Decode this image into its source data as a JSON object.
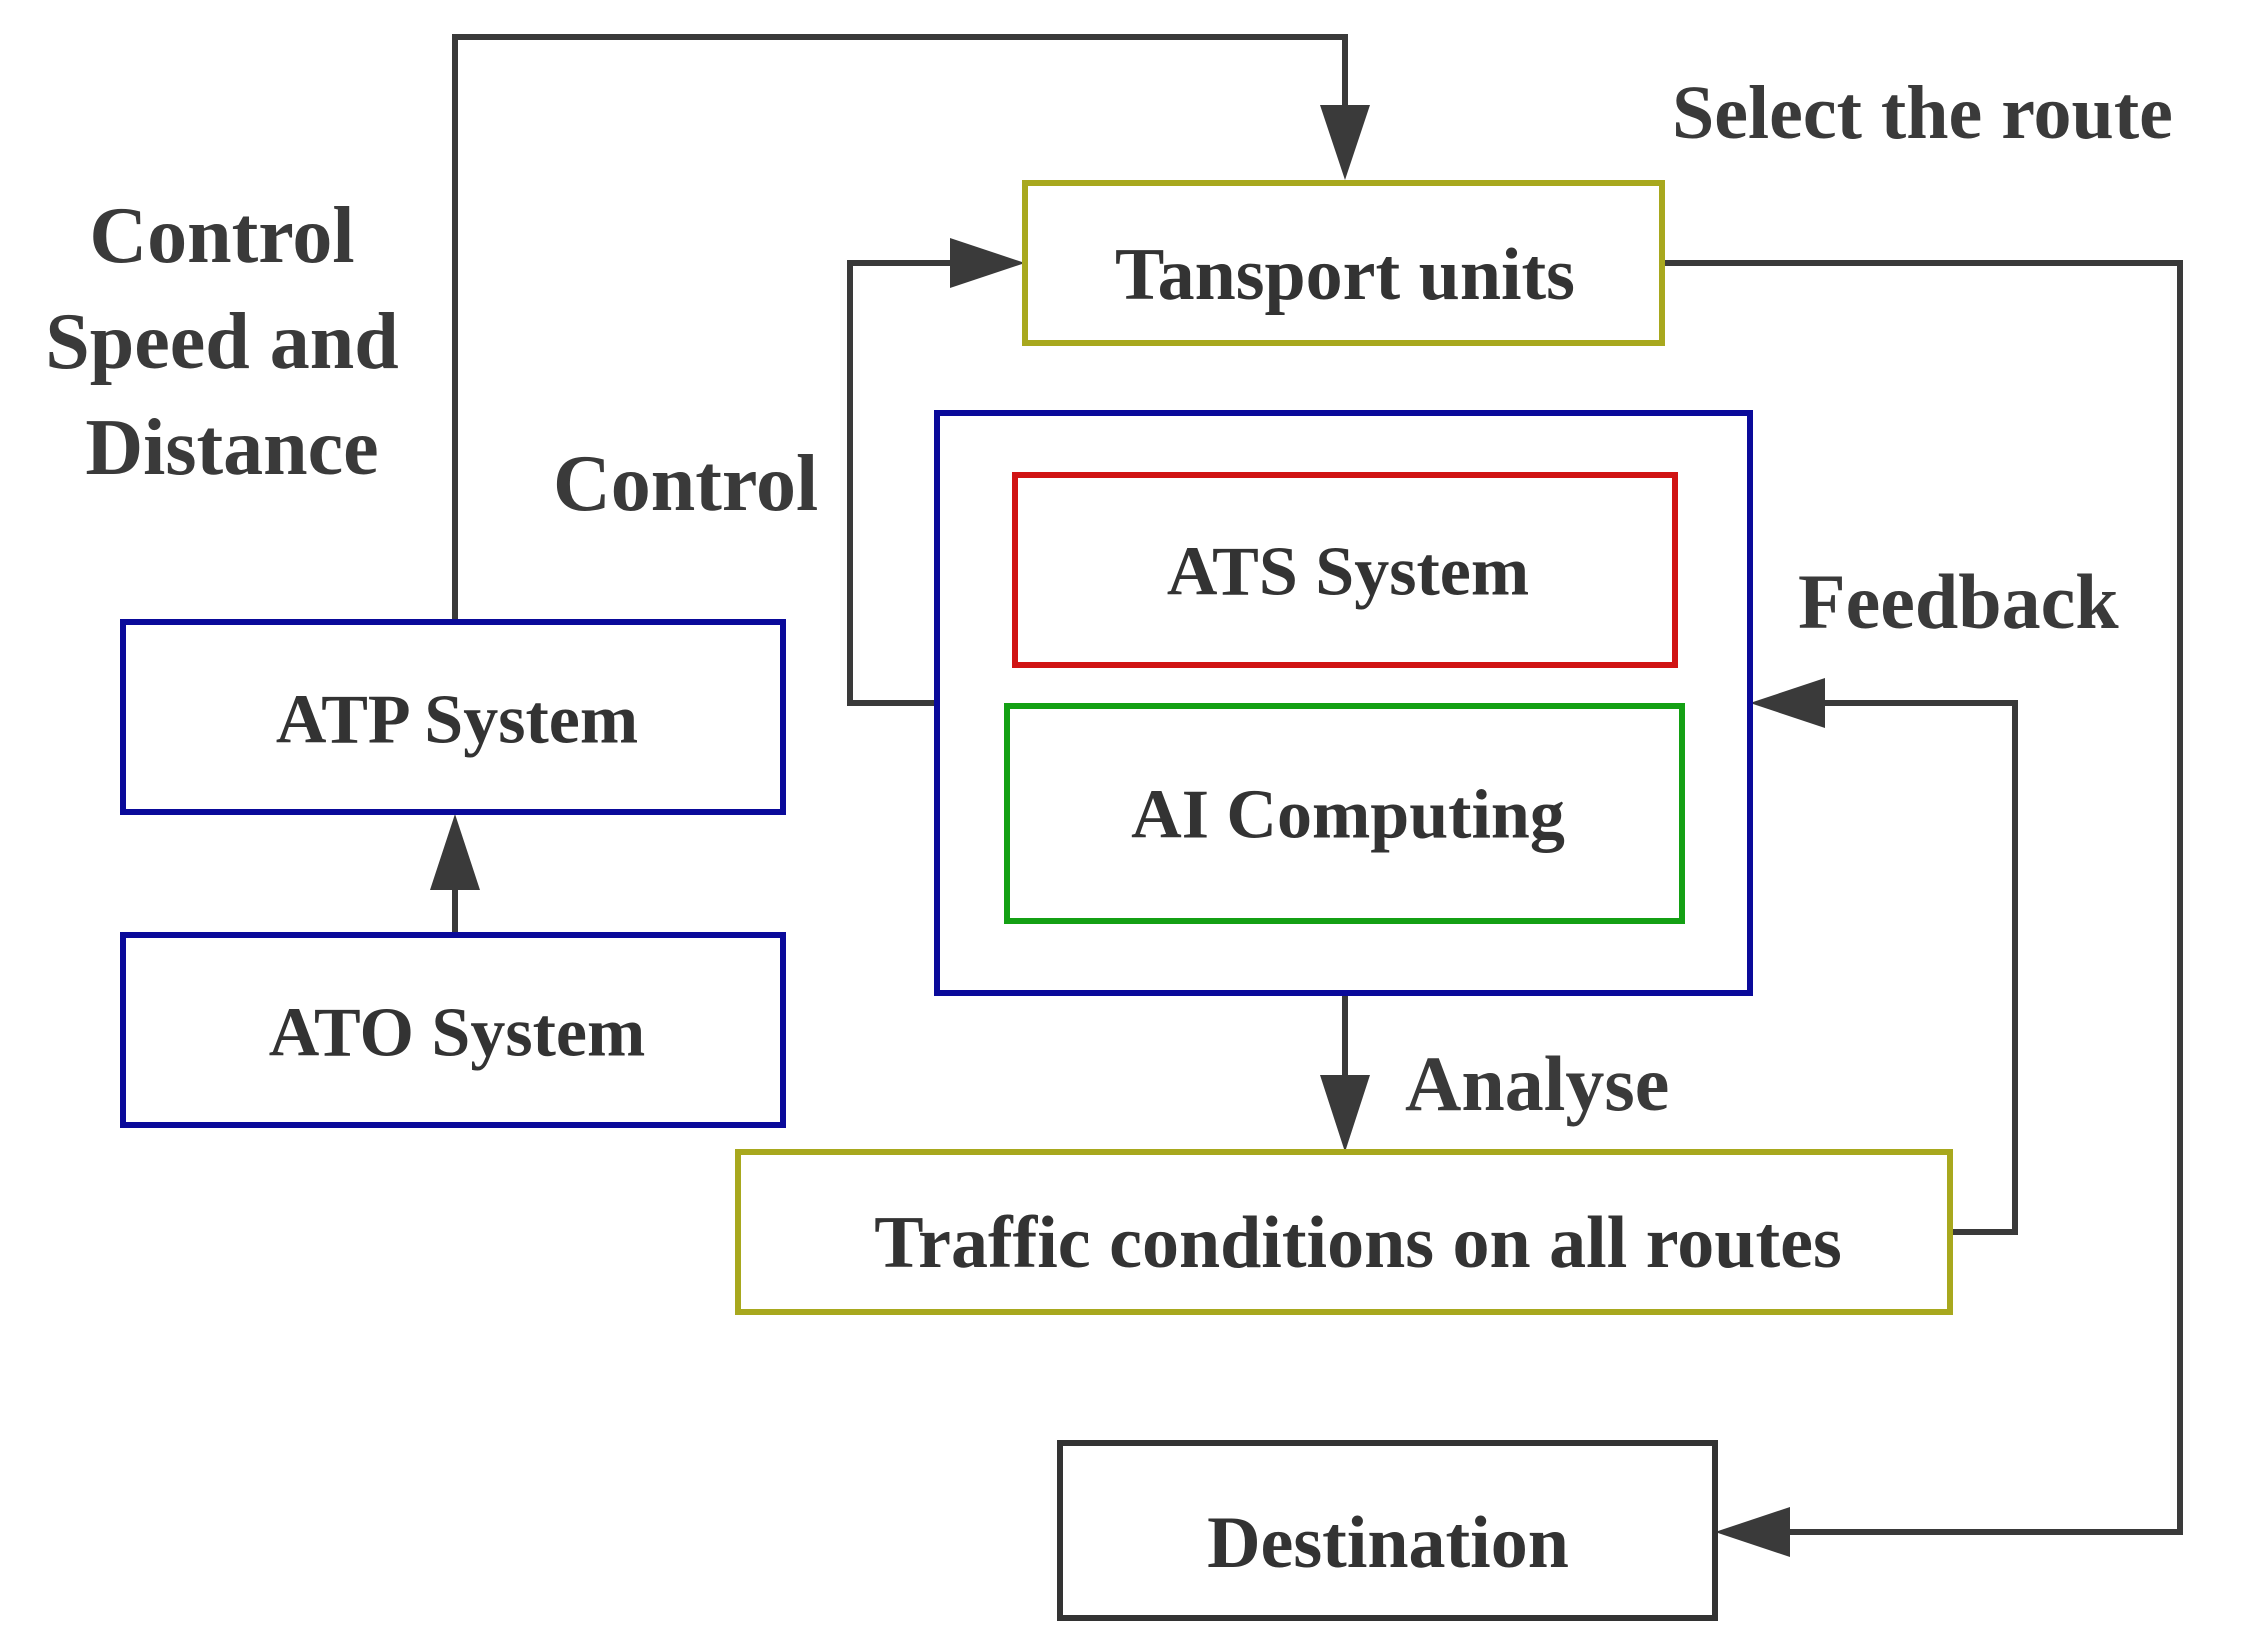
{
  "nodes": {
    "transport_units": {
      "label": "Tansport units",
      "border": "#a8a81e"
    },
    "control_group": {
      "label": "",
      "border": "#0a0a9a"
    },
    "ats_system": {
      "label": "ATS System",
      "border": "#d01414"
    },
    "ai_computing": {
      "label": "AI Computing",
      "border": "#14a014"
    },
    "atp_system": {
      "label": "ATP System",
      "border": "#0a0a9a"
    },
    "ato_system": {
      "label": "ATO System",
      "border": "#0a0a9a"
    },
    "traffic_conditions": {
      "label": "Traffic conditions on all routes",
      "border": "#a8a81e"
    },
    "destination": {
      "label": "Destination",
      "border": "#333333"
    }
  },
  "edge_labels": {
    "control_speed_line1": "Control",
    "control_speed_line2": "Speed and",
    "control_speed_line3": "Distance",
    "control": "Control",
    "select_route": "Select the route",
    "feedback": "Feedback",
    "analyse": "Analyse"
  },
  "colors": {
    "edge": "#3a3a3a",
    "text": "#333333"
  }
}
